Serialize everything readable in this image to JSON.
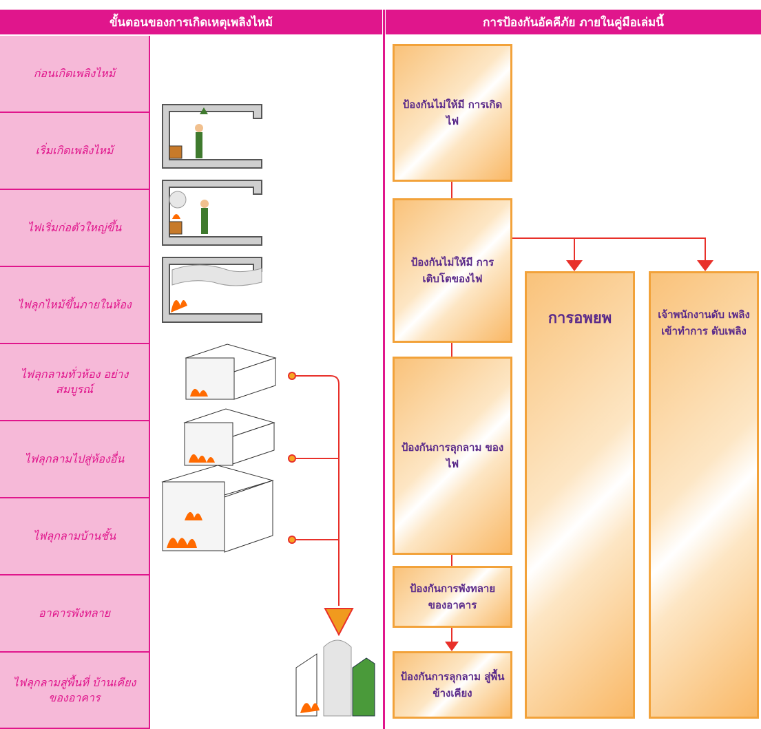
{
  "header_left": "ขั้นตอนของการเกิดเหตุเพลิงไหม้",
  "header_right": "การป้องกันอัคคีภัย ภายในคู่มือเล่มนี้",
  "stages": [
    "ก่อนเกิดเพลิงไหม้",
    "เริ่มเกิดเพลิงไหม้",
    "ไฟเริ่มก่อตัวใหญ่ขึ้น",
    "ไฟลุกไหม้ขึ้นภายในห้อง",
    "ไฟลุกลามทั่วห้อง อย่างสมบูรณ์",
    "ไฟลุกลามไปสู่ห้องอื่น",
    "ไฟลุกลามบ้านชั้น",
    "อาคารพังทลาย",
    "ไฟลุกลามสู่พื้นที่ บ้านเคียงของอาคาร"
  ],
  "boxes": {
    "prevent_fire": "ป้องกันไม่ให้มี การเกิดไฟ",
    "prevent_growth": "ป้องกันไม่ให้มี การเติบโตของไฟ",
    "prevent_spread": "ป้องกันการลุกลาม ของไฟ",
    "prevent_collapse": "ป้องกันการพังทลาย ของอาคาร",
    "prevent_neighbor": "ป้องกันการลุกลาม สู่พื้นข้างเคียง",
    "evacuation": "การอพยพ",
    "firefighters": "เจ้าพนักงานดับ เพลิงเข้าทำการ ดับเพลิง"
  },
  "colors": {
    "magenta": "#e0168c",
    "pink_fill": "#f6b9d8",
    "orange": "#f2a23a",
    "arrow_red": "#e8302a",
    "text_purple": "#5a2a8a"
  }
}
